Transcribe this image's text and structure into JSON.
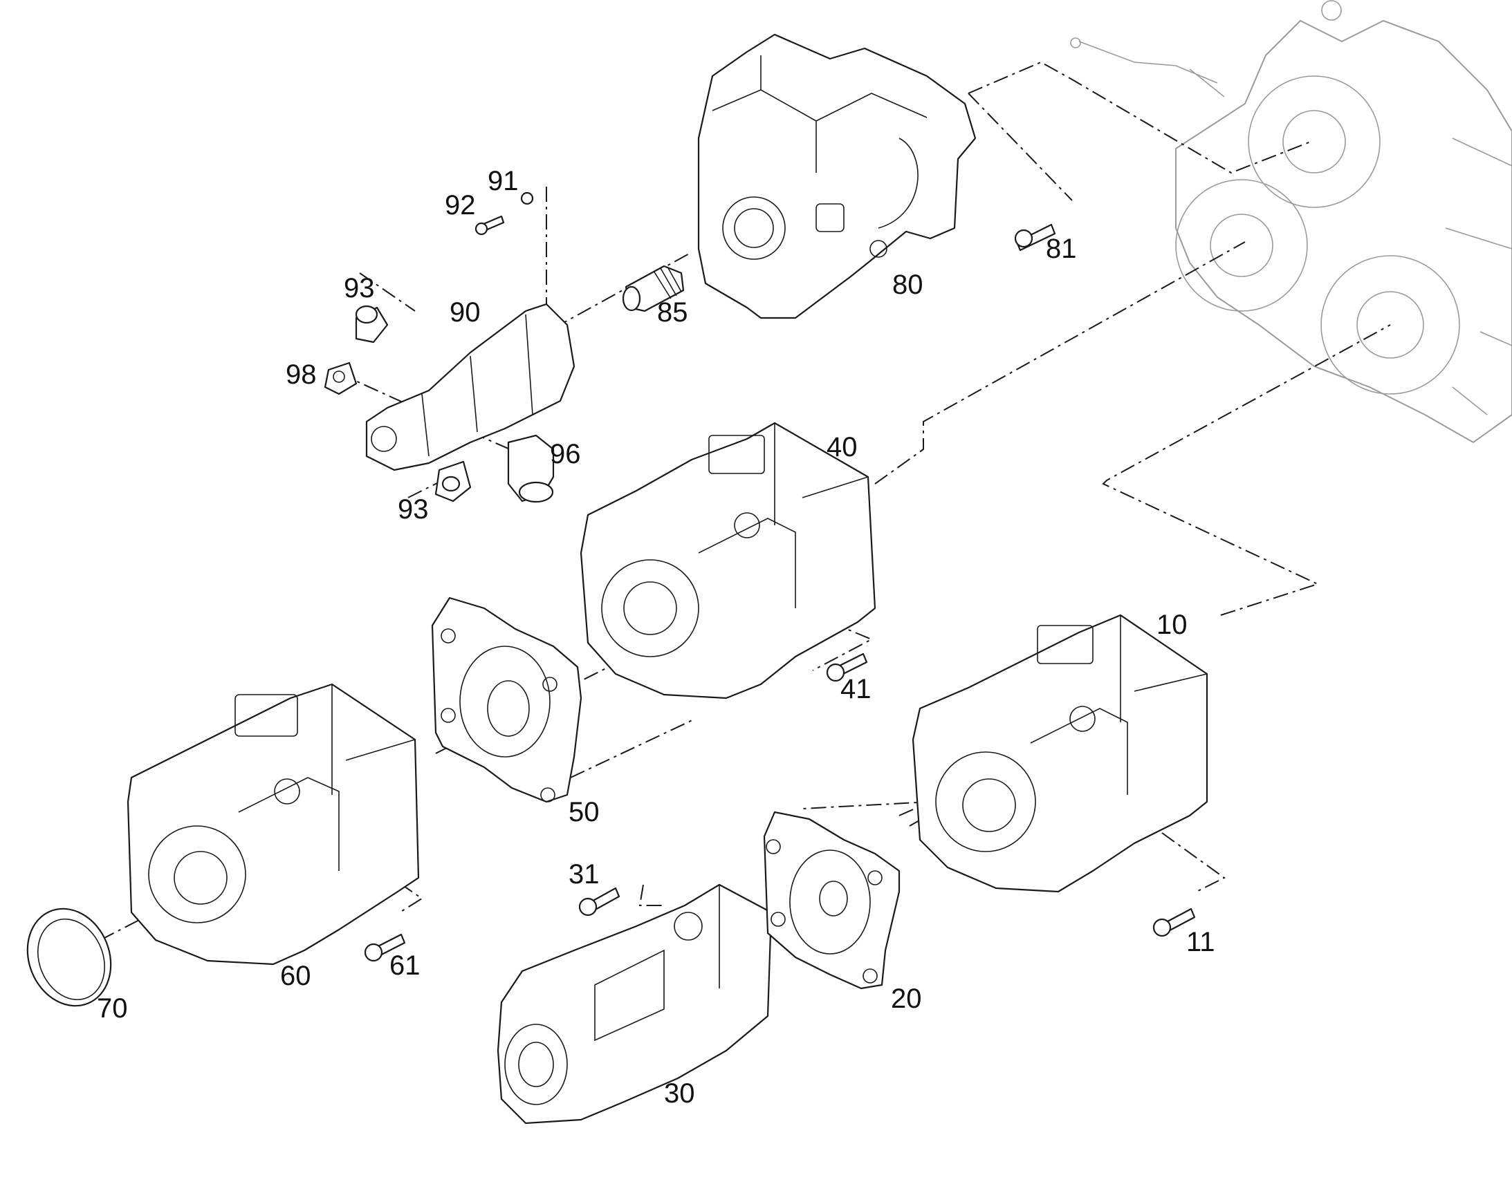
{
  "labels": {
    "p10": "10",
    "p11": "11",
    "p20": "20",
    "p30": "30",
    "p31": "31",
    "p40": "40",
    "p41": "41",
    "p50": "50",
    "p60": "60",
    "p61": "61",
    "p70": "70",
    "p80": "80",
    "p81": "81",
    "p85": "85",
    "p90": "90",
    "p91": "91",
    "p92": "92",
    "p93a": "93",
    "p93b": "93",
    "p96": "96",
    "p98": "98"
  },
  "colors": {
    "line": "#1a1a1a",
    "gearbox": "#9a9a9a",
    "background": "#ffffff"
  }
}
